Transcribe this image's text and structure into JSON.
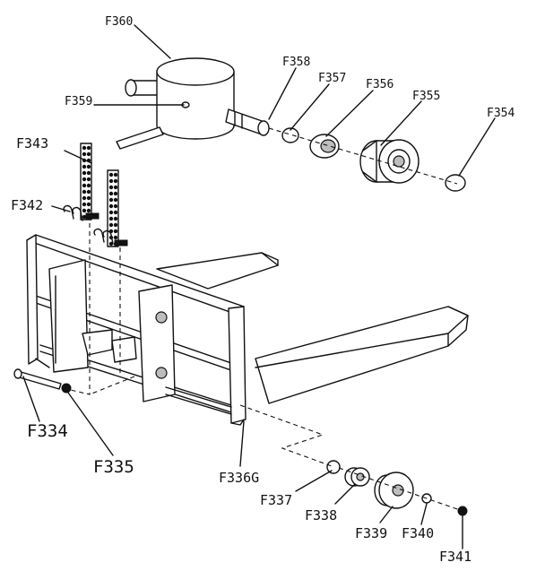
{
  "diagram": {
    "labels": {
      "F360": "F360",
      "F359": "F359",
      "F358": "F358",
      "F357": "F357",
      "F356": "F356",
      "F355": "F355",
      "F354": "F354",
      "F343": "F343",
      "F342": "F342",
      "F334": "F334",
      "F335": "F335",
      "F336G": "F336G",
      "F337": "F337",
      "F338": "F338",
      "F339": "F339",
      "F340": "F340",
      "F341": "F341"
    }
  }
}
